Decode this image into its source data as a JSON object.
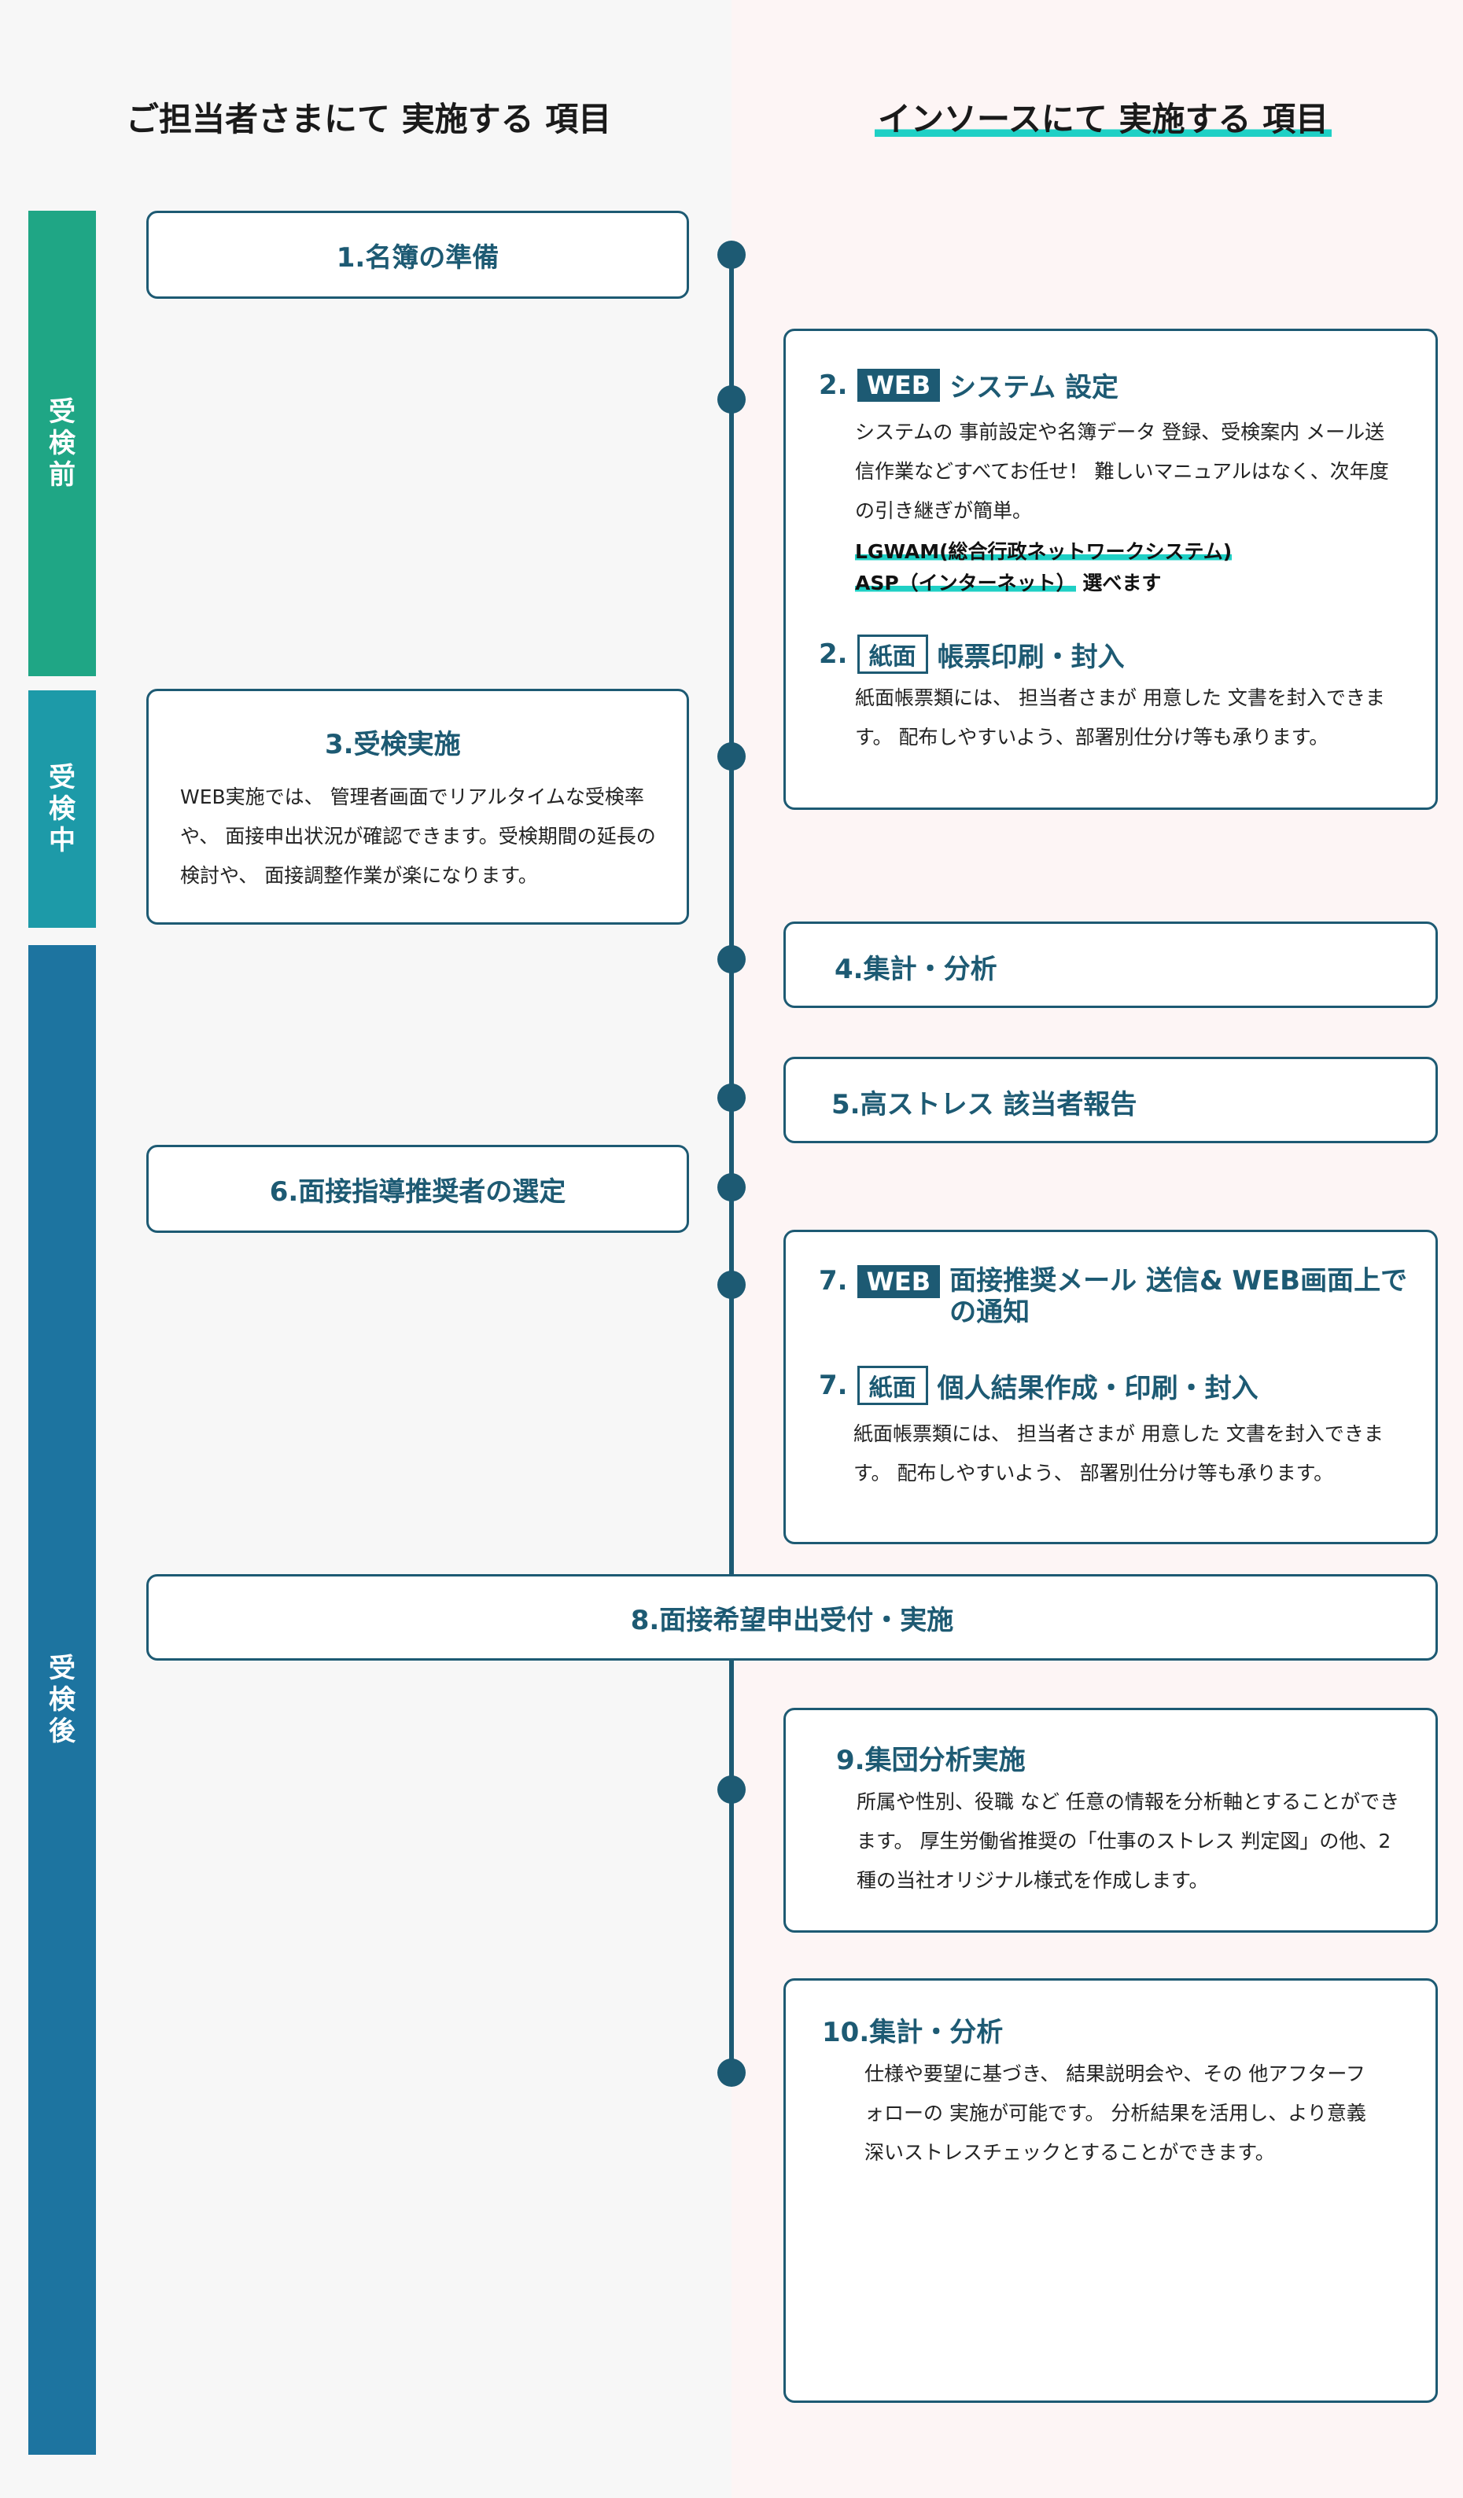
{
  "headers": {
    "left": "ご担当者さまにて 実施する 項目",
    "right": "インソースにて 実施する 項目"
  },
  "phases": {
    "before": "受検前",
    "during": "受検中",
    "after": "受検後"
  },
  "colors": {
    "phase_before": "#1fa685",
    "phase_during": "#1d9aa8",
    "phase_after": "#1d74a0",
    "accent": "#1d5a73",
    "highlight": "#1fd0c5"
  },
  "steps": {
    "s1": {
      "title": "1.名簿の準備"
    },
    "s2web": {
      "num": "2.",
      "badge": "WEB",
      "title": "システム 設定",
      "desc": "システムの 事前設定や名簿データ 登録、受検案内 メール送信作業などすべてお任せ！ 難しいマニュアルはなく、次年度の引き継ぎが簡単。",
      "highlight1": "LGWAM(総合行政ネットワークシステム)",
      "highlight2": "ASP（インターネット）",
      "highlight2_suffix": "選べます"
    },
    "s2paper": {
      "num": "2.",
      "badge": "紙面",
      "title": "帳票印刷・封入",
      "desc": "紙面帳票類には、 担当者さまが 用意した 文書を封入できます。 配布しやすいよう、部署別仕分け等も承ります。"
    },
    "s3": {
      "title": "3.受検実施",
      "desc": "WEB実施では、 管理者画面でリアルタイムな受検率や、 面接申出状況が確認できます。受検期間の延長の検討や、 面接調整作業が楽になります。"
    },
    "s4": {
      "title": "4.集計・分析"
    },
    "s5": {
      "title": "5.高ストレス 該当者報告"
    },
    "s6": {
      "title": "6.面接指導推奨者の選定"
    },
    "s7web": {
      "num": "7.",
      "badge": "WEB",
      "title": "面接推奨メール 送信& WEB画面上での通知"
    },
    "s7paper": {
      "num": "7.",
      "badge": "紙面",
      "title": "個人結果作成・印刷・封入",
      "desc": "紙面帳票類には、 担当者さまが 用意した 文書を封入できます。 配布しやすいよう、 部署別仕分け等も承ります。"
    },
    "s8": {
      "title": "8.面接希望申出受付・実施"
    },
    "s9": {
      "title": "9.集団分析実施",
      "desc": "所属や性別、役職 など 任意の情報を分析軸とすることができます。 厚生労働省推奨の「仕事のストレス 判定図」の他、2種の当社オリジナル様式を作成します。"
    },
    "s10": {
      "title": "10.集計・分析",
      "desc": "仕様や要望に基づき、 結果説明会や、その 他アフターフォローの 実施が可能です。 分析結果を活用し、より意義深いストレスチェックとすることができます。"
    }
  }
}
